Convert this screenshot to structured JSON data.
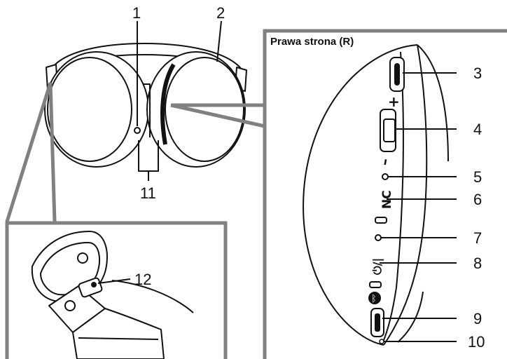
{
  "panel": {
    "title": "Prawa strona (R)"
  },
  "callouts": {
    "n1": "1",
    "n2": "2",
    "n3": "3",
    "n4": "4",
    "n5": "5",
    "n6": "6",
    "n7": "7",
    "n8": "8",
    "n9": "9",
    "n10": "10",
    "n11": "11",
    "n12": "12"
  },
  "control_glyphs": {
    "volume_plus": "+",
    "volume_minus": "–",
    "nc_label": "NC",
    "power_label": "⏻/|",
    "bluetooth": "ᛒ"
  },
  "icons": [
    "bluetooth-icon",
    "power-icon",
    "usb-c-port-icon",
    "volume-rocker-icon"
  ],
  "colors": {
    "line": "#111111",
    "frame": "#808080",
    "cushion": "#ffffff"
  }
}
